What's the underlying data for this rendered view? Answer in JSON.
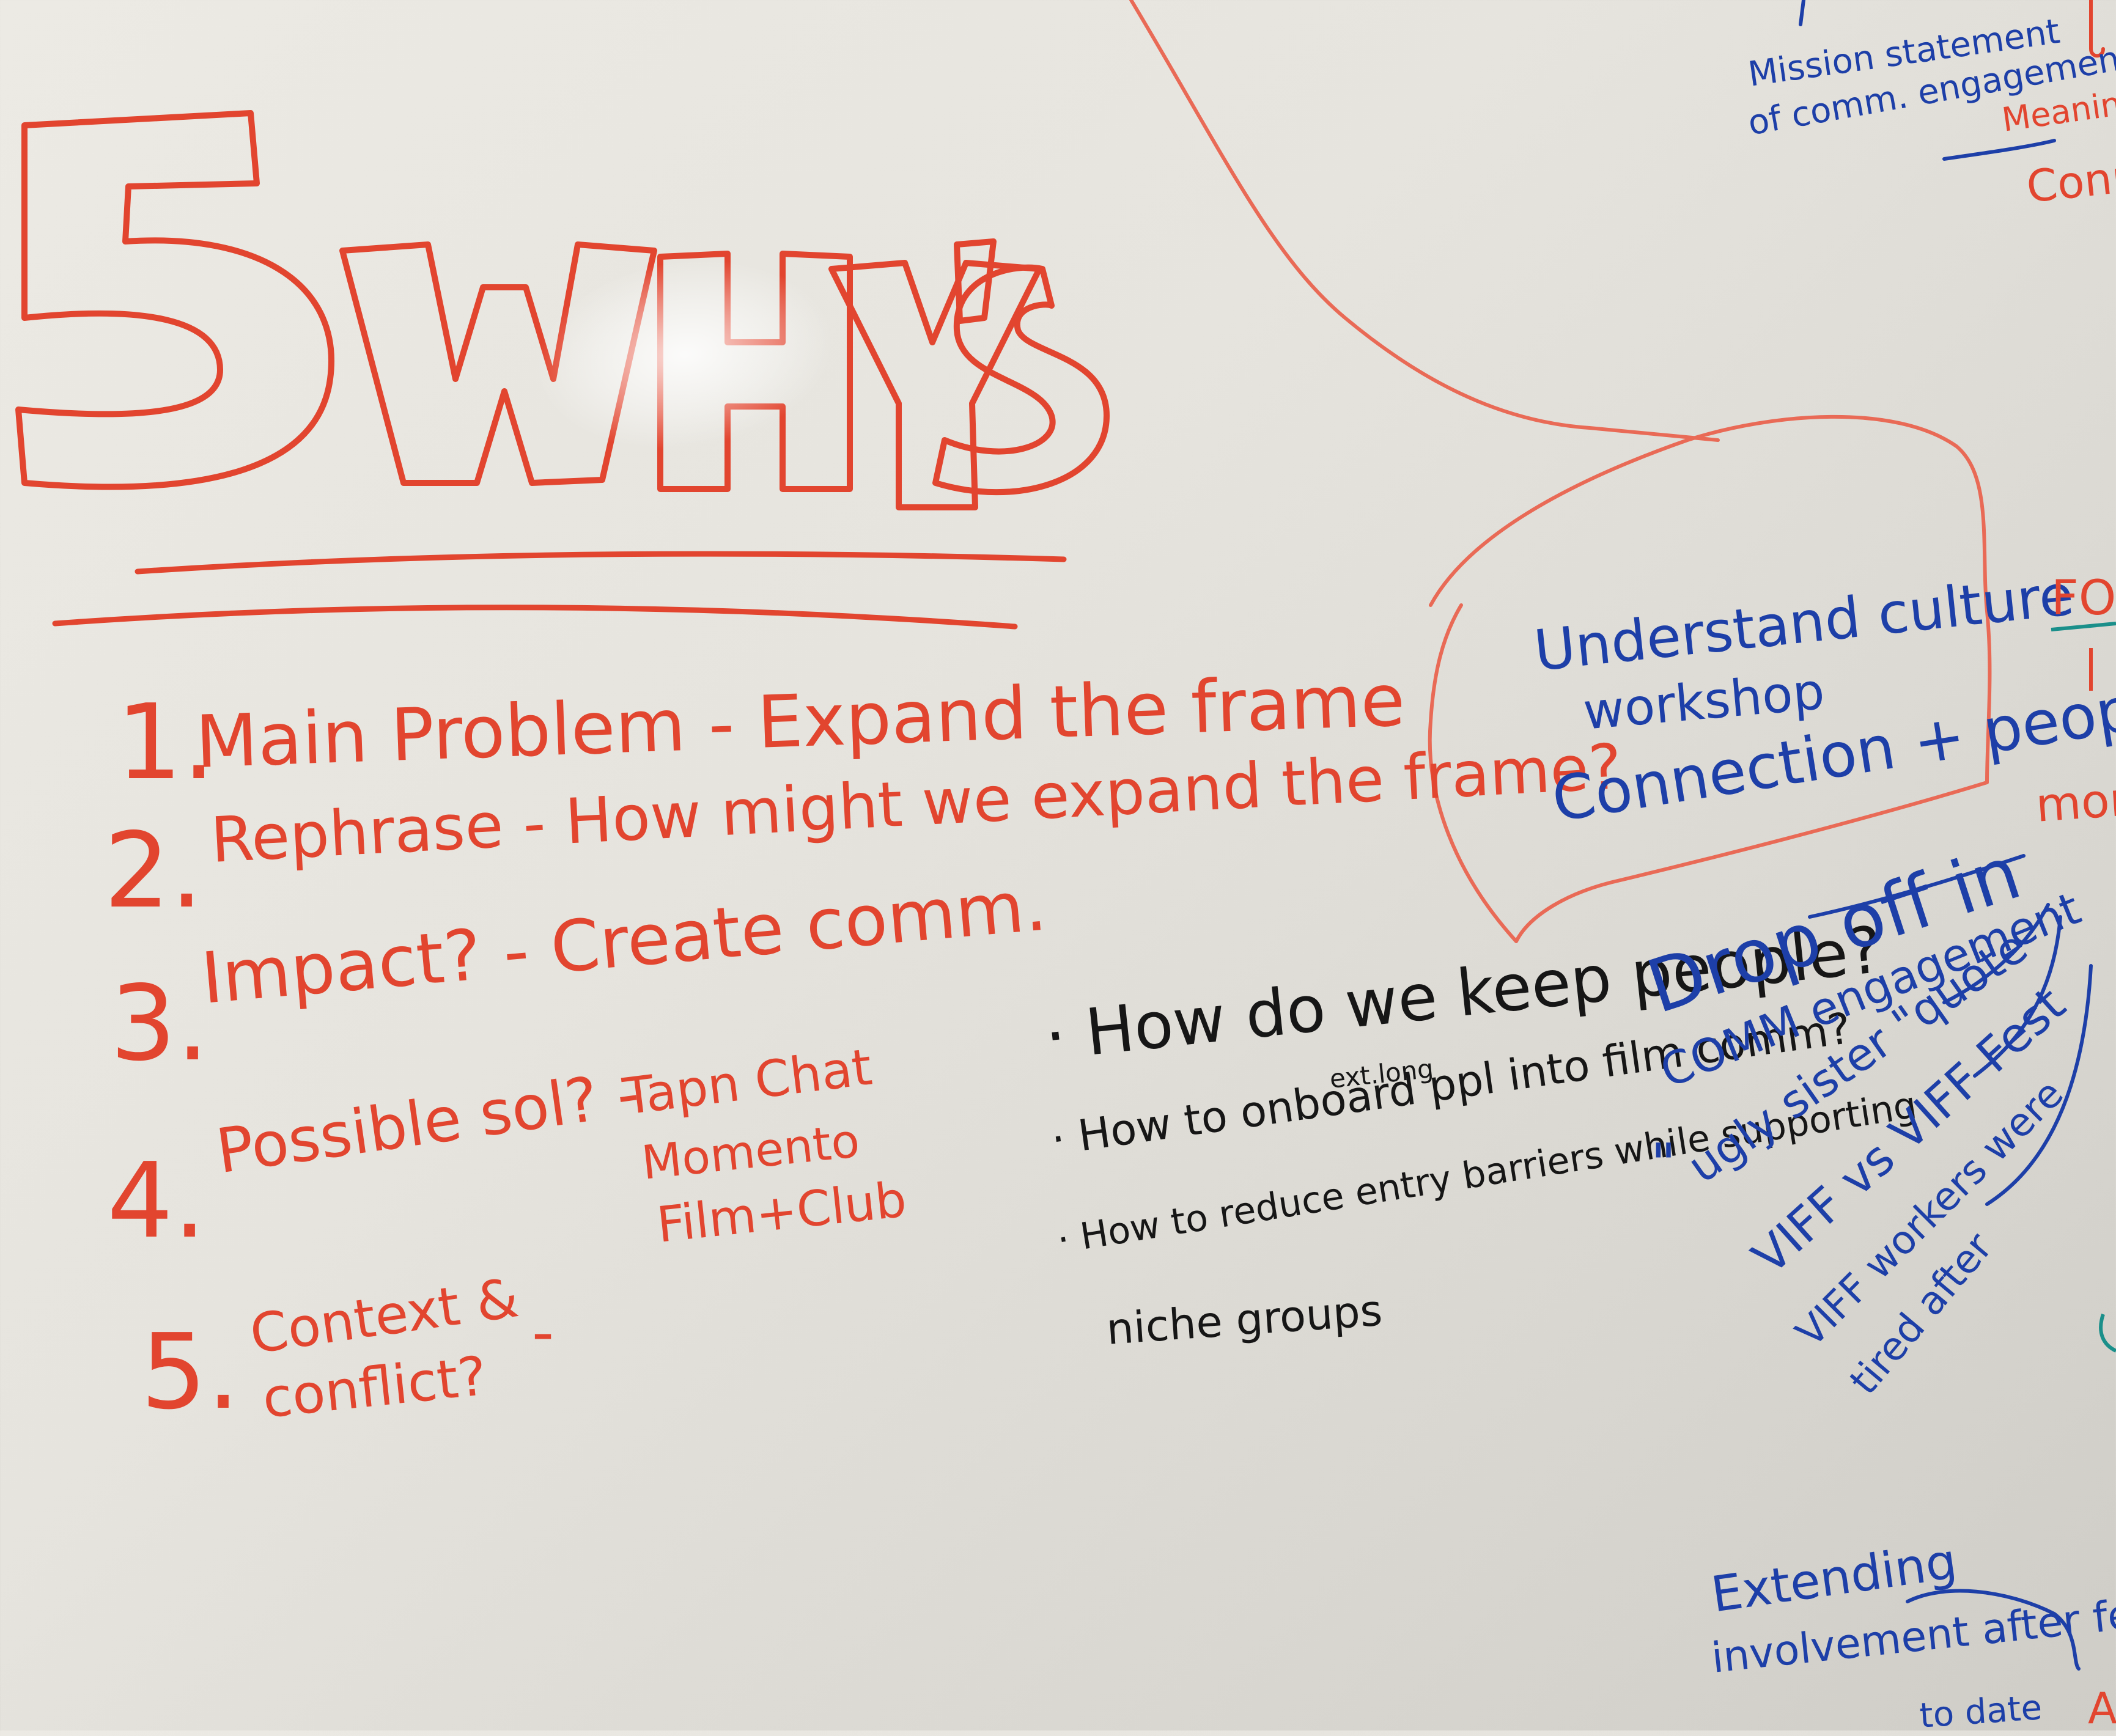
{
  "colors": {
    "board": "#e8e6e0",
    "red_marker": "#e2452f",
    "blue_marker": "#1d3fa8",
    "black_marker": "#161616",
    "teal_marker": "#1a8f8a"
  },
  "title": {
    "big_five": "5",
    "whys": "WHY'S"
  },
  "steps": [
    {
      "num": "1.",
      "text": "Main Problem - Expand the frame"
    },
    {
      "num": "2.",
      "text": "Rephrase - How might we expand the frame?"
    },
    {
      "num": "3.",
      "text": "Impact? - Create comm."
    },
    {
      "num": "4.",
      "text": "Possible sol? -"
    },
    {
      "num": "5.",
      "text_line1": "Context &",
      "text_line2": "conflict?",
      "dash": "-"
    }
  ],
  "solutions": [
    "Tapn Chat",
    "Momento",
    "Film+Club"
  ],
  "questions": {
    "q1": "· How do we keep people?",
    "q2_caret": "ext.long",
    "q2": "· How to onboard ppl into film comm?",
    "q3_line1": "· How to reduce entry barriers while supporting",
    "q3_line2": "niche groups"
  },
  "bubble": {
    "line1": "Understand culture",
    "line2": "workshop",
    "line3": "Connection + people"
  },
  "right_notes": {
    "mission_line1": "Mission statement",
    "mission_line2": "of comm. engagement",
    "meaningful": "Meaningful",
    "connec": "Connec",
    "foc": "FOC",
    "mome": "mome",
    "drop_off_line1": "Drop off in",
    "drop_off_line2": "COMM engagement",
    "ugly_sister": "ugly sister \"quote",
    "ditto": "\"",
    "viff_fest": "VIFF vs VIFF Fest",
    "viff_workers_line1": "VIFF workers were",
    "viff_workers_line2": "tired after",
    "extending_line1": "Extending",
    "extending_line2": "involvement after fest",
    "partial_bottom": "to date",
    "partial_corner": "A"
  }
}
